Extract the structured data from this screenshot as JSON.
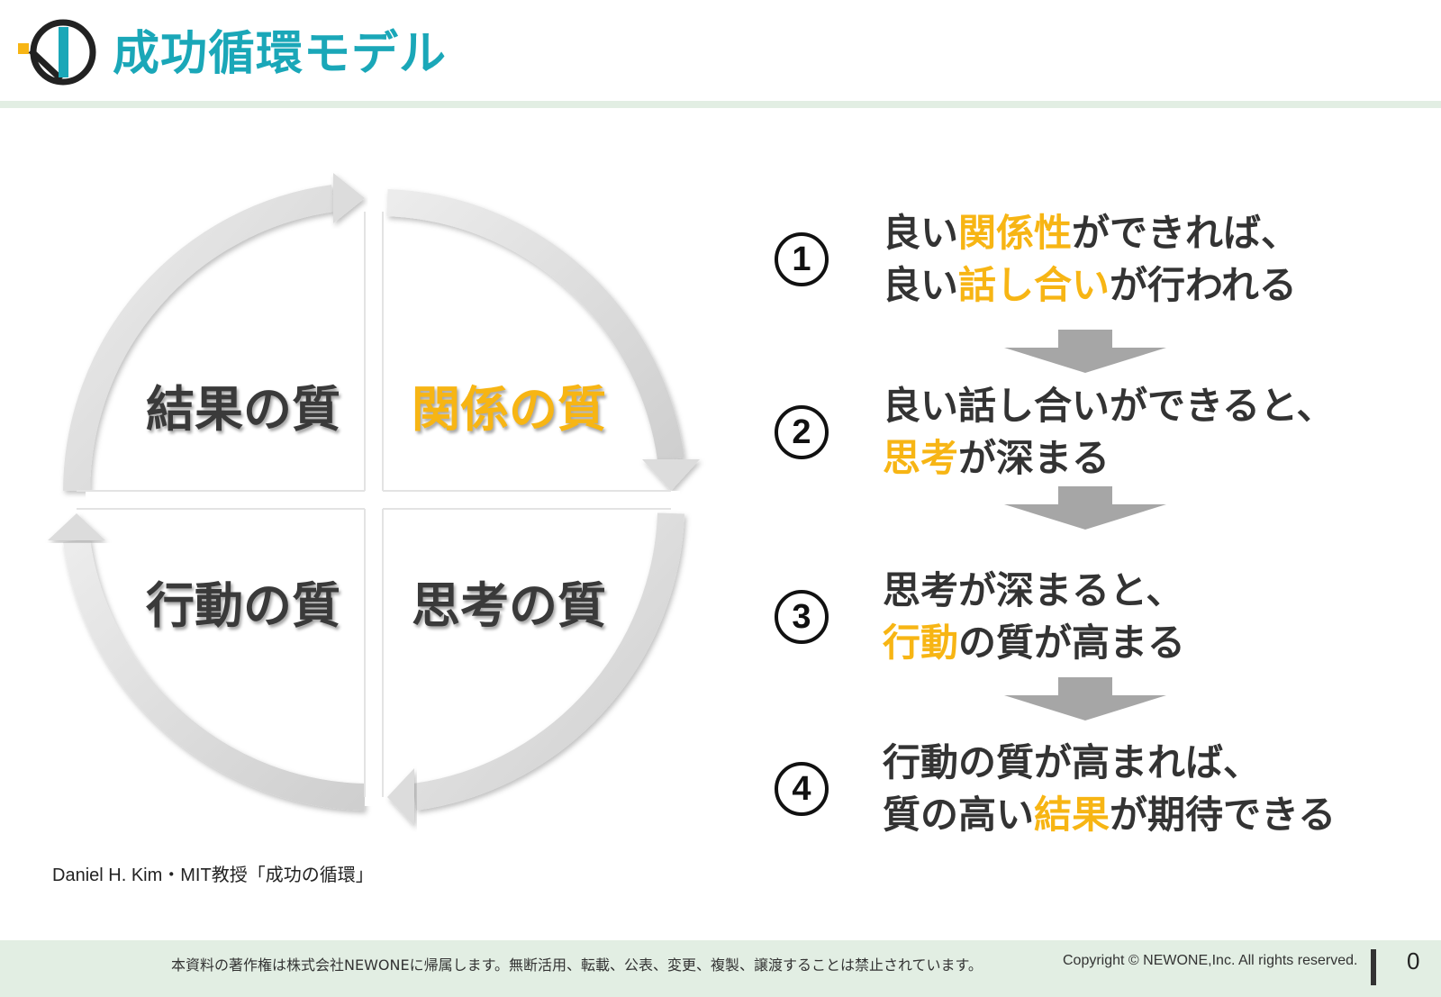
{
  "header": {
    "title": "成功循環モデル",
    "accent_color": "#1aa7b8",
    "logo_icon": "newone-logo-icon"
  },
  "cycle": {
    "quadrants": {
      "top_left": "結果の質",
      "top_right": "関係の質",
      "bottom_left": "行動の質",
      "bottom_right": "思考の質"
    },
    "highlight_color": "#f7b514",
    "arrow_color": "#d9d9d9"
  },
  "credit": "Daniel H. Kim・MIT教授「成功の循環」",
  "steps": [
    {
      "number": "1",
      "line1": [
        {
          "t": "良い",
          "hl": false
        },
        {
          "t": "関係性",
          "hl": true
        },
        {
          "t": "ができれば、",
          "hl": false
        }
      ],
      "line2": [
        {
          "t": "良い",
          "hl": false
        },
        {
          "t": "話し合い",
          "hl": true
        },
        {
          "t": "が行われる",
          "hl": false
        }
      ]
    },
    {
      "number": "2",
      "line1": [
        {
          "t": "良い話し合いができると、",
          "hl": false
        }
      ],
      "line2": [
        {
          "t": "思考",
          "hl": true
        },
        {
          "t": "が深まる",
          "hl": false
        }
      ]
    },
    {
      "number": "3",
      "line1": [
        {
          "t": "思考が深まると、",
          "hl": false
        }
      ],
      "line2": [
        {
          "t": "行動",
          "hl": true
        },
        {
          "t": "の質が高まる",
          "hl": false
        }
      ]
    },
    {
      "number": "4",
      "line1": [
        {
          "t": "行動の質が高まれば、",
          "hl": false
        }
      ],
      "line2": [
        {
          "t": "質の高い",
          "hl": false
        },
        {
          "t": "結果",
          "hl": true
        },
        {
          "t": "が期待できる",
          "hl": false
        }
      ]
    }
  ],
  "footer": {
    "notice": "本資料の著作権は株式会社NEWONEに帰属します。無断活用、転載、公表、変更、複製、譲渡することは禁止されています。",
    "copyright": "Copyright © NEWONE,Inc. All rights reserved.",
    "page_number": "0"
  }
}
